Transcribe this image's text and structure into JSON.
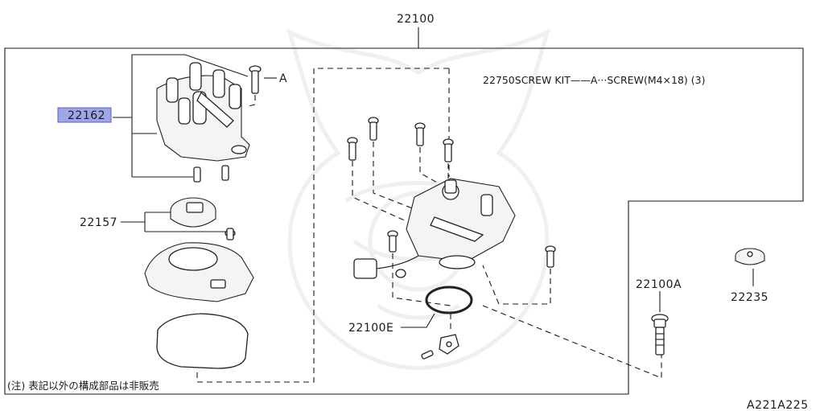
{
  "diagram": {
    "assembly_label": "22100",
    "screw_kit_text": "22750SCREW KIT——A···SCREW(M4×18) (3)",
    "ref_a": "A",
    "parts": {
      "cap": "22162",
      "rotor": "22157",
      "oring": "22100E",
      "bolt": "22100A",
      "clamp": "22235"
    },
    "footnote": "(注) 表記以外の構成部品は非販売",
    "figure_code": "A221A225",
    "highlight_color": "#9fa6e6"
  }
}
